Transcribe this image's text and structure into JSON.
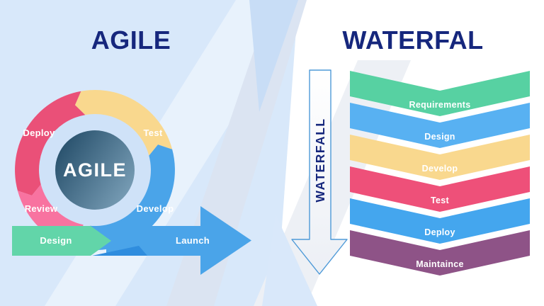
{
  "titles": {
    "agile": "AGILE",
    "waterfall": "WATERFAL"
  },
  "colors": {
    "title_navy": "#16277d",
    "left_panel_bg": "#d8e8fa",
    "right_panel_bg": "#ffffff",
    "inner_ring": "#cfe2f8",
    "center_gradient_dark": "#234c68",
    "center_gradient_light": "#7ba0b8",
    "waterfall_arrow_border": "#4e9ad8",
    "waterfall_arrow_fill": "#f7f9fc"
  },
  "agile_cycle": {
    "center_label": "AGILE",
    "segments": [
      {
        "label": "Develop",
        "color": "#4aa4e9"
      },
      {
        "label": "Test",
        "color": "#f9d88e"
      },
      {
        "label": "Deploy",
        "color": "#ea5078"
      },
      {
        "label": "Review",
        "color": "#f873a0"
      }
    ],
    "design_label": "Design",
    "design_color": "#62d5a9",
    "launch_label": "Launch",
    "launch_color": "#4aa4e9"
  },
  "waterfall": {
    "arrow_label": "WATERFALL",
    "steps": [
      {
        "label": "Requirements",
        "color": "#57d1a2"
      },
      {
        "label": "Design",
        "color": "#58b1f2"
      },
      {
        "label": "Develop",
        "color": "#f9d88e"
      },
      {
        "label": "Test",
        "color": "#ee5079"
      },
      {
        "label": "Deploy",
        "color": "#44a6ee"
      },
      {
        "label": "Maintaince",
        "color": "#8e5387"
      }
    ]
  }
}
